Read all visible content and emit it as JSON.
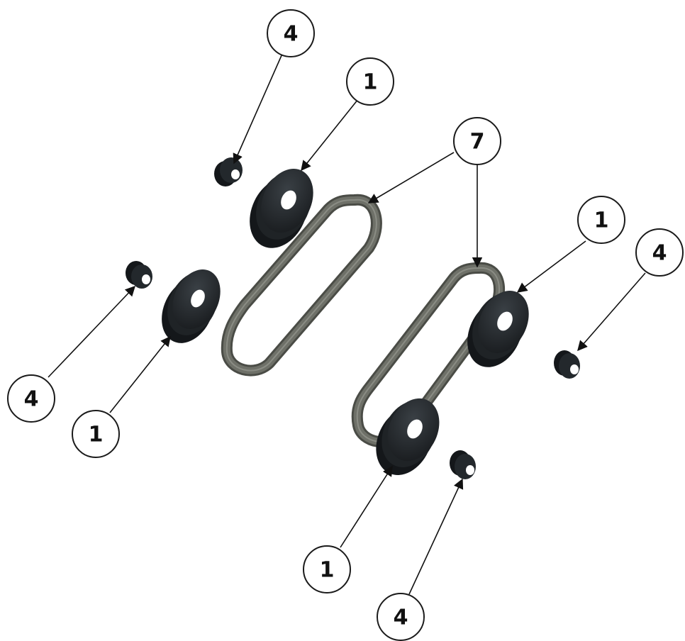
{
  "callouts": {
    "c4_top": "4",
    "c1_top": "1",
    "c7_top": "7",
    "c1_right": "1",
    "c4_right": "4",
    "c4_left": "4",
    "c1_left": "1",
    "c1_bottom": "1",
    "c4_bottom": "4"
  },
  "colors": {
    "pulley_body": "#1f2326",
    "pulley_face": "#2b3034",
    "pulley_groove": "#14171a",
    "belt": "#6e7068",
    "belt_edge": "#4a4c46",
    "leader": "#111111"
  }
}
